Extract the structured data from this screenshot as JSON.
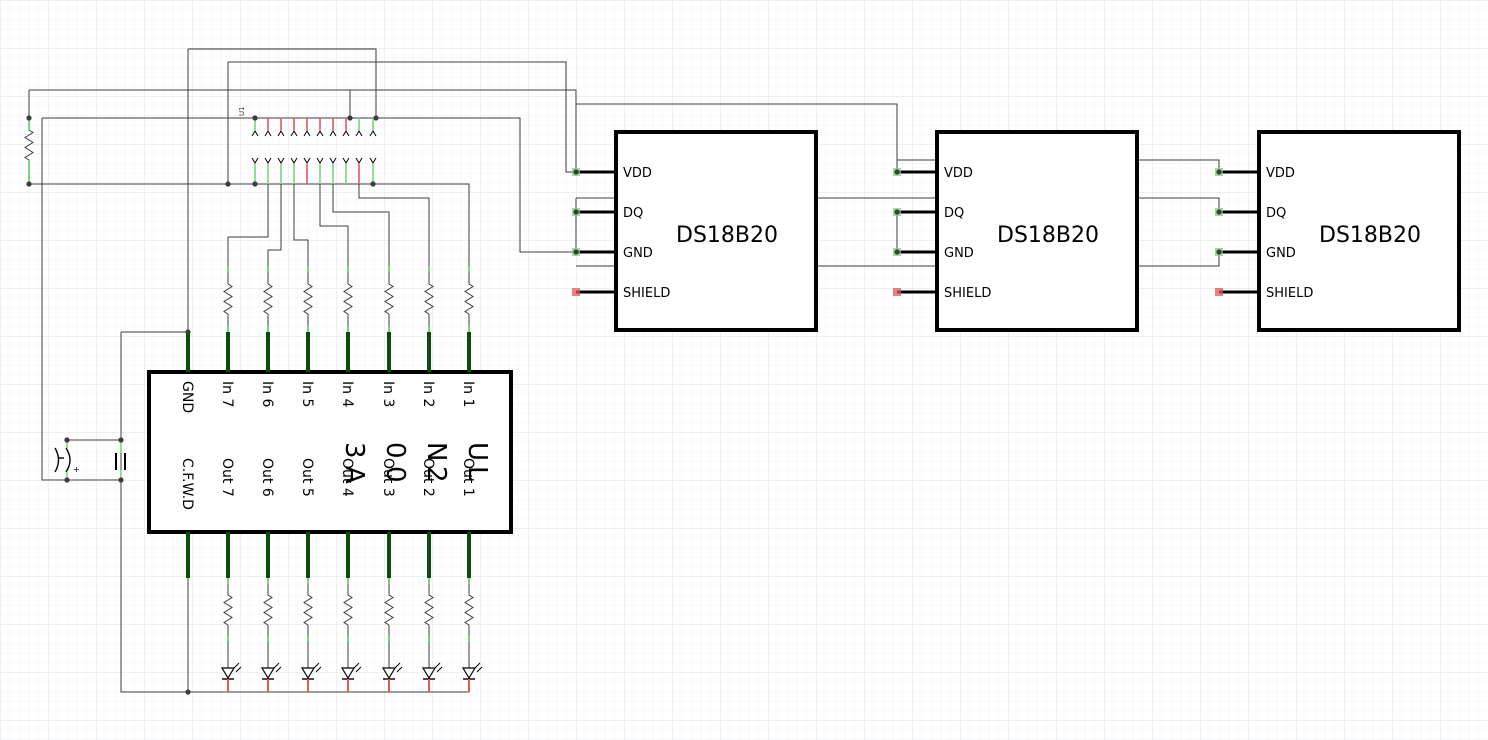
{
  "connector": {
    "ref": "U1"
  },
  "uln": {
    "part_lines": [
      "U",
      "L",
      "N",
      "2",
      "0",
      "0",
      "3",
      "A"
    ],
    "top_pins": [
      "GND",
      "In 7",
      "In 6",
      "In 5",
      "In 4",
      "In 3",
      "In 2",
      "In 1"
    ],
    "bottom_pins": [
      "C.F.W.D",
      "Out 7",
      "Out 6",
      "Out 5",
      "Out 4",
      "Out 3",
      "Out 2",
      "Out 1"
    ]
  },
  "sensors": [
    {
      "name": "DS18B20",
      "pins": [
        "VDD",
        "DQ",
        "GND",
        "SHIELD"
      ]
    },
    {
      "name": "DS18B20",
      "pins": [
        "VDD",
        "DQ",
        "GND",
        "SHIELD"
      ]
    },
    {
      "name": "DS18B20",
      "pins": [
        "VDD",
        "DQ",
        "GND",
        "SHIELD"
      ]
    }
  ],
  "colors": {
    "wire": "#3c3c3c",
    "body": "#000000",
    "pin_green": "#0c4d0c",
    "connected": "#7ed17e",
    "unconnected": "#e05a5a",
    "grid_minor": "#eef2f7",
    "grid_major": "#d8e0ea"
  }
}
